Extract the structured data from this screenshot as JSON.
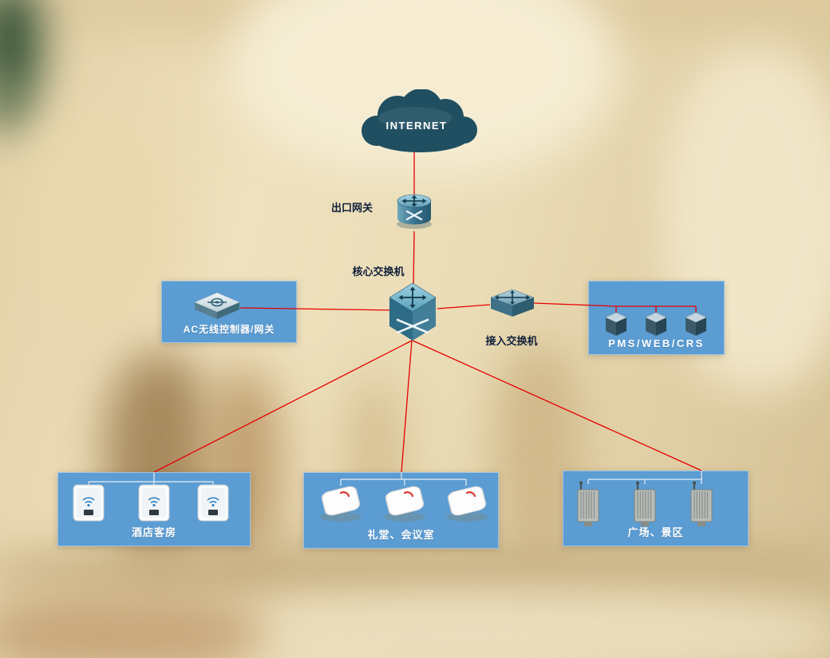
{
  "colors": {
    "link": "#e60000",
    "zone_box": "#5b9cd2",
    "cloud": "#1f4f61"
  },
  "nodes": {
    "internet": {
      "label": "INTERNET"
    },
    "gateway": {
      "label": "出口网关"
    },
    "core_switch": {
      "label": "核心交换机"
    },
    "access_switch": {
      "label": "接入交换机"
    },
    "ac_controller": {
      "label": "AC无线控制器/网关"
    },
    "servers": {
      "label": "PMS/WEB/CRS"
    },
    "zone_rooms": {
      "label": "酒店客房"
    },
    "zone_hall": {
      "label": "礼堂、会议室"
    },
    "zone_plaza": {
      "label": "广场、景区"
    }
  }
}
